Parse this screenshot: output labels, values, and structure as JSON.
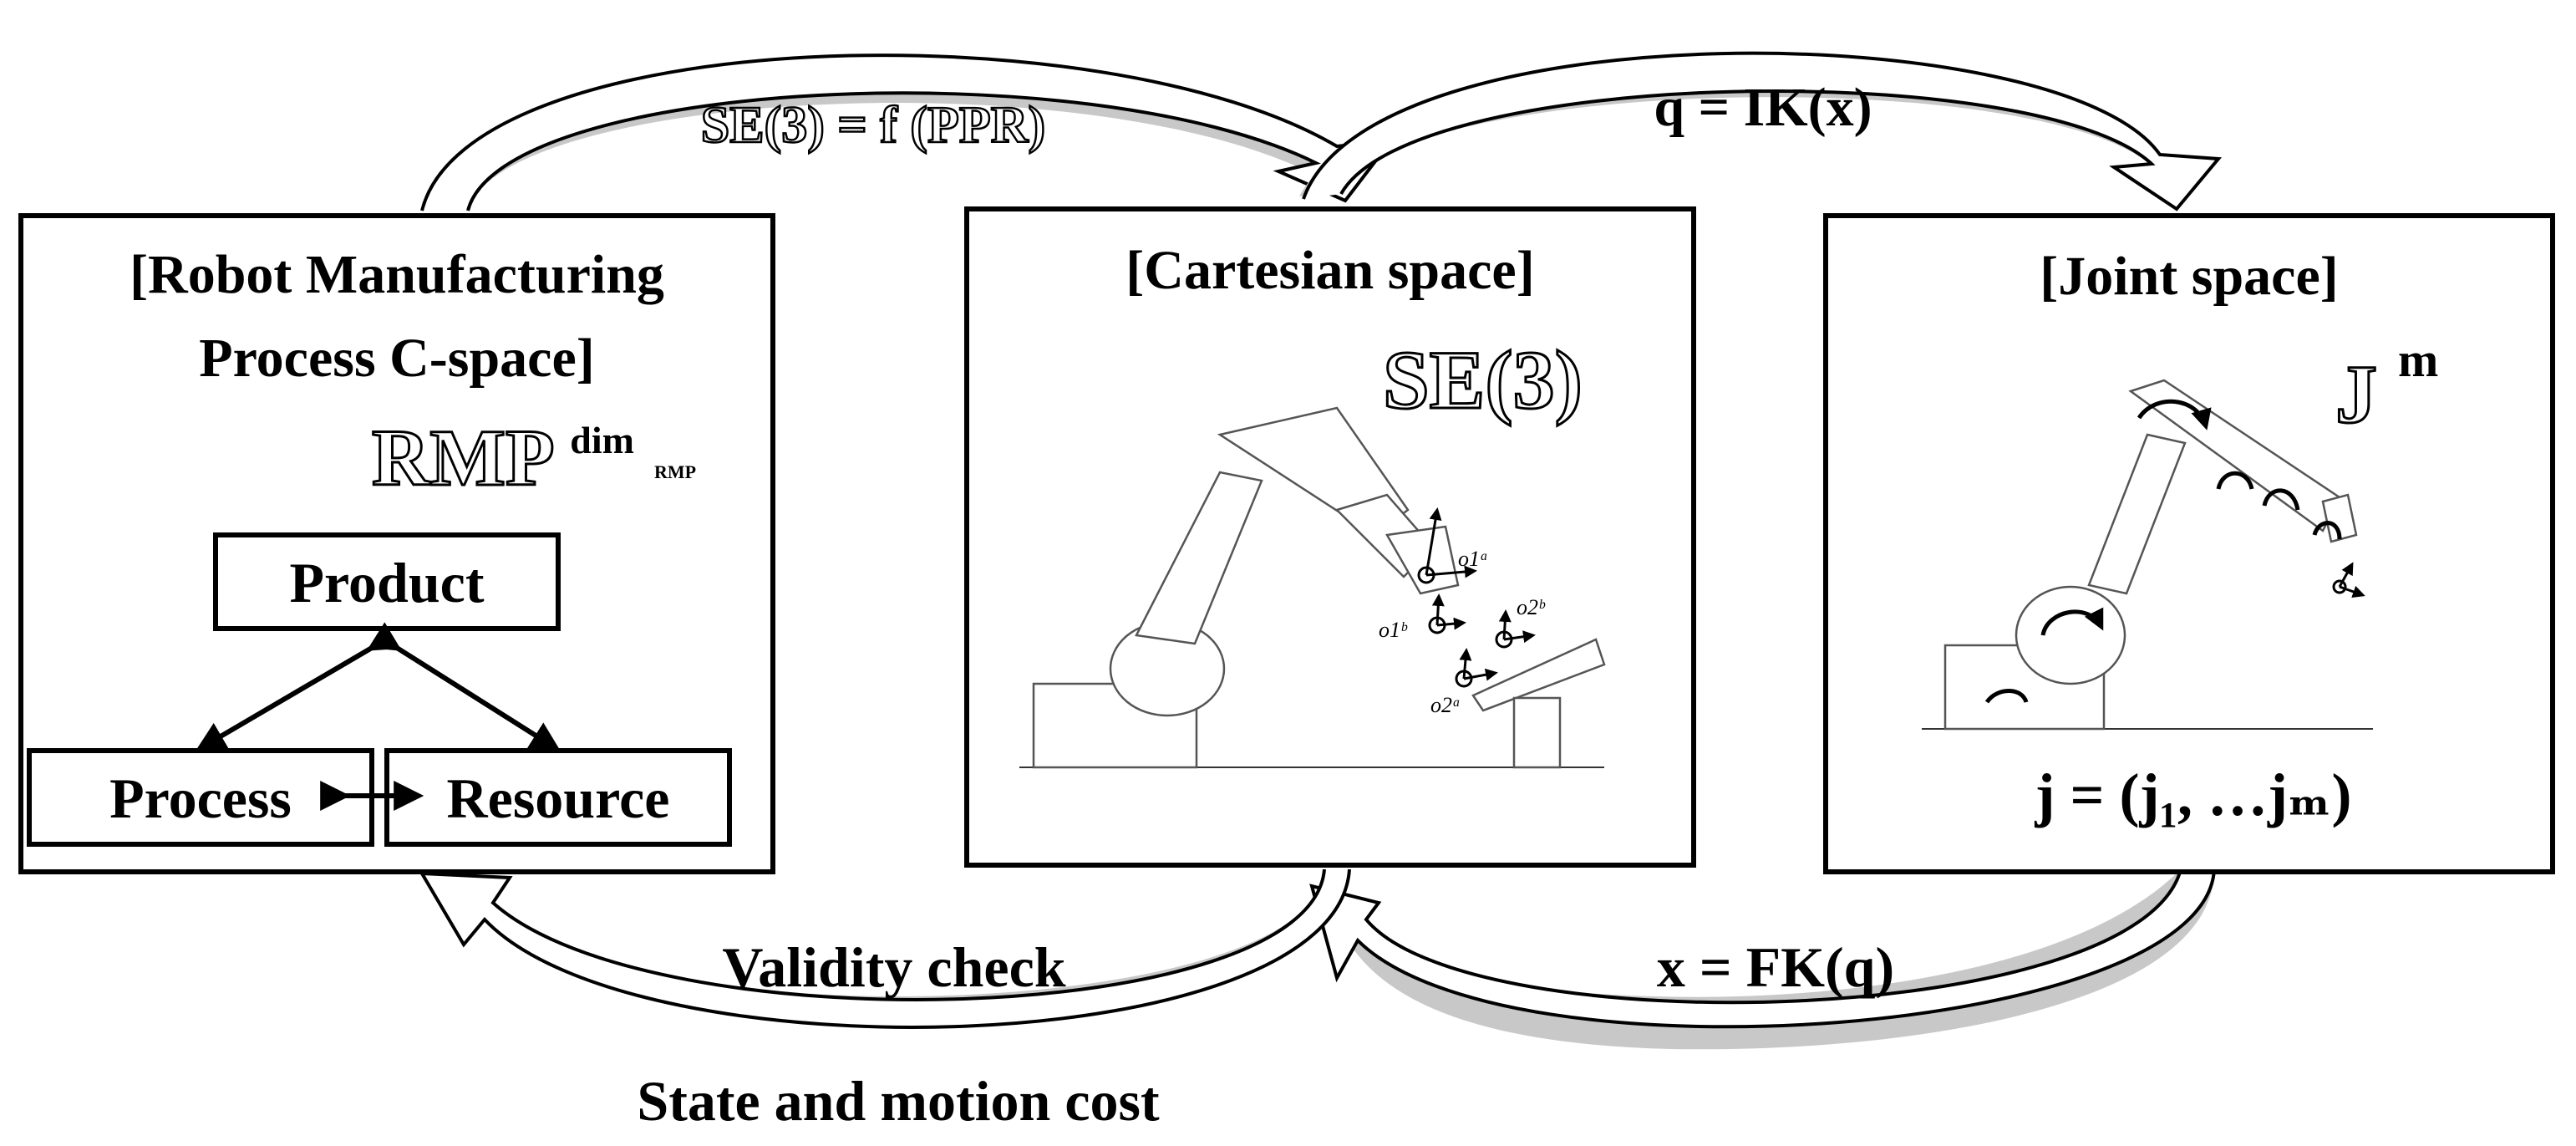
{
  "top_left_arc_label": "SE(3) = f (PPR)",
  "top_right_arc_label": "q = IK(x)",
  "bottom_left_arc_label": "Validity check",
  "bottom_right_arc_label": "x = FK(q)",
  "bottom_caption": "State and motion cost",
  "left_box": {
    "title_line1": "[Robot Manufacturing",
    "title_line2": "Process C-space]",
    "symbol_main": "RMP",
    "symbol_sup": "dim",
    "symbol_sub": "RMP",
    "product_label": "Product",
    "process_label": "Process",
    "resource_label": "Resource"
  },
  "middle_box": {
    "title": "[Cartesian space]",
    "symbol": "SE(3)",
    "frame_o1a": "o1ᵃ",
    "frame_o1b": "o1ᵇ",
    "frame_o2b": "o2ᵇ",
    "frame_o2a": "o2ᵃ"
  },
  "right_box": {
    "title": "[Joint space]",
    "symbol_main": "J",
    "symbol_sup": "m",
    "equation": "j = (j₁, …jₘ)"
  }
}
